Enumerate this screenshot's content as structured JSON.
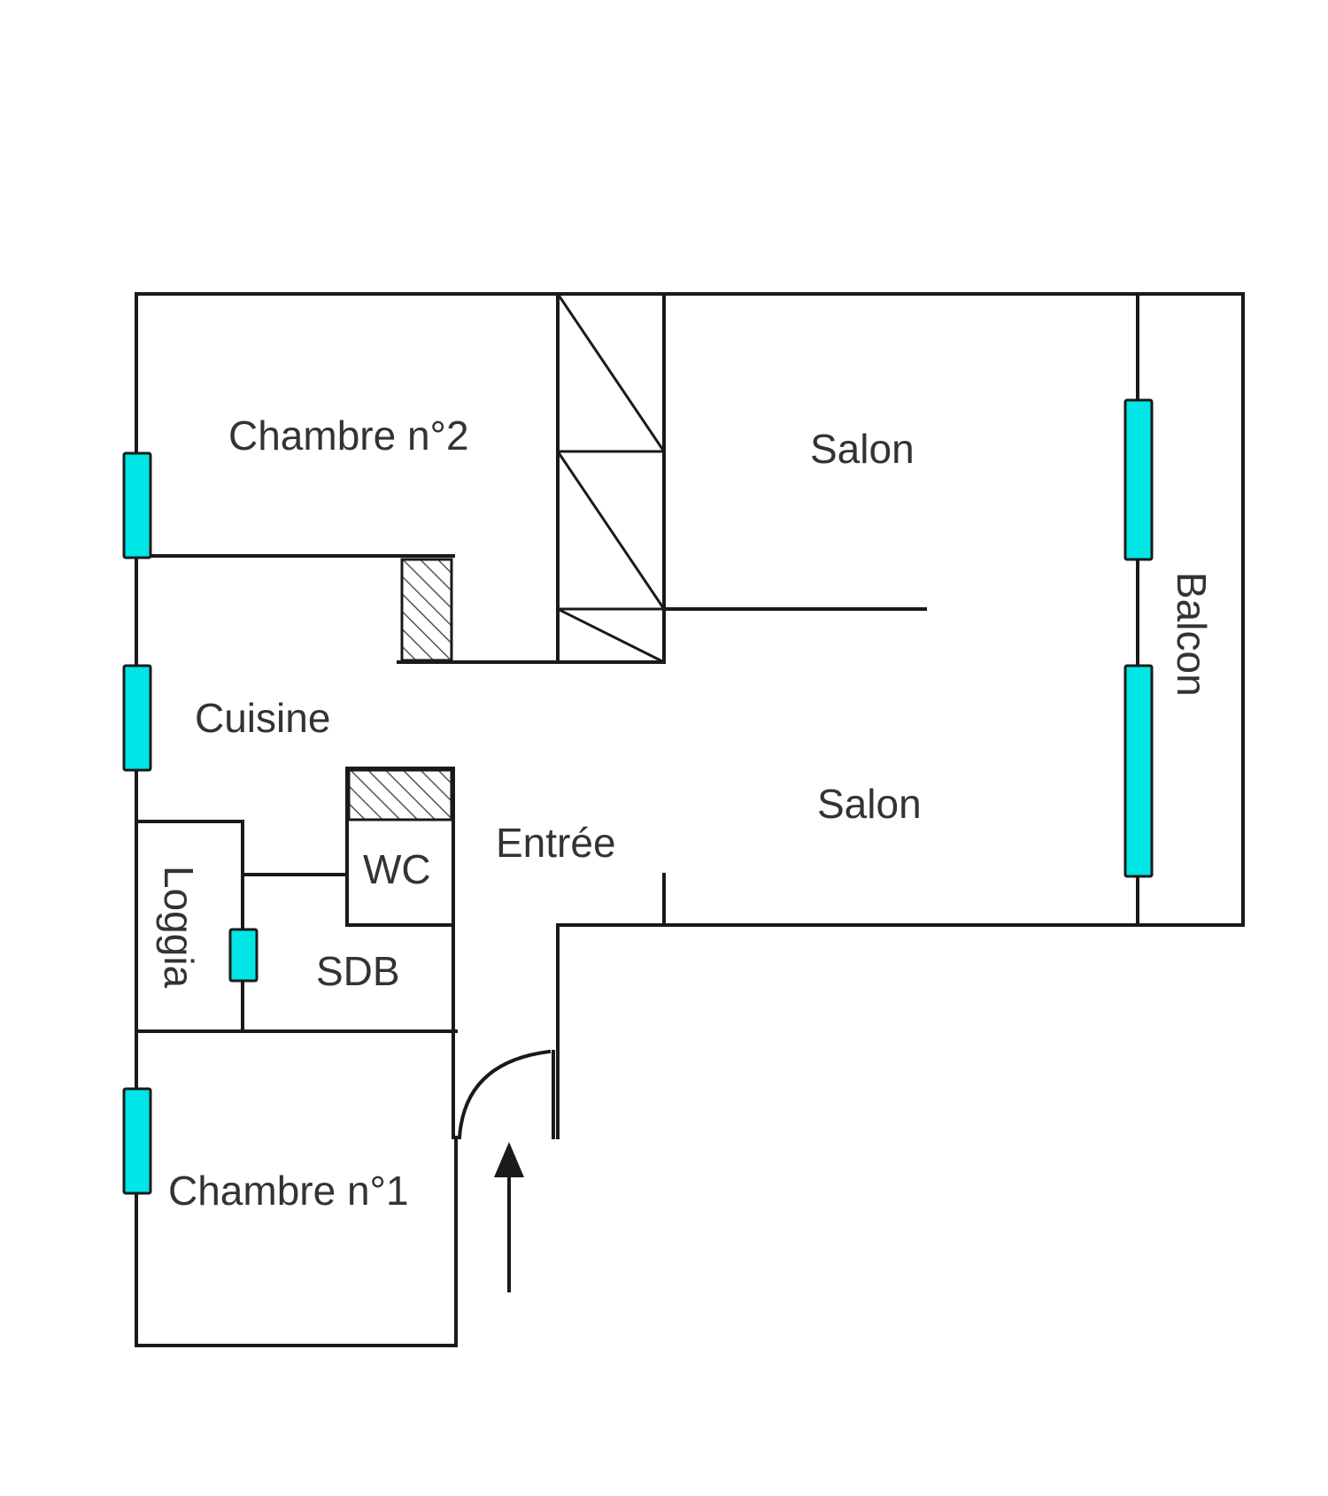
{
  "colors": {
    "window": "#00e5e5",
    "wall": "#1a1a1a",
    "text": "#333333",
    "hatch": "#555555"
  },
  "rooms": {
    "chambre2": "Chambre n°2",
    "salon_top": "Salon",
    "salon_bottom": "Salon",
    "balcon": "Balcon",
    "cuisine": "Cuisine",
    "entree": "Entrée",
    "wc": "WC",
    "sdb": "SDB",
    "loggia": "Loggia",
    "chambre1": "Chambre n°1"
  },
  "icons": {
    "entrance": "up-arrow-icon",
    "door": "door-swing-icon"
  }
}
